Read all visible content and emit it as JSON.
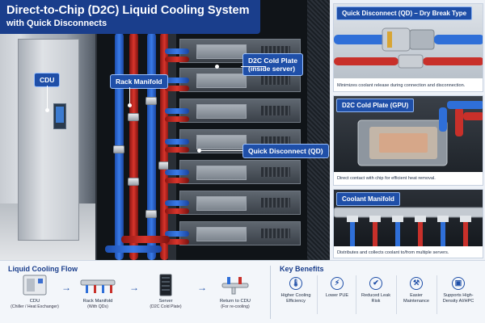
{
  "title": {
    "line1": "Direct-to-Chip (D2C) Liquid Cooling System",
    "line2": "with Quick Disconnects"
  },
  "callouts": {
    "cdu": "CDU",
    "rack_manifold": "Rack Manifold",
    "cold_plate_line1": "D2C Cold Plate",
    "cold_plate_line2": "(inside server)",
    "quick_disconnect": "Quick Disconnect (QD)"
  },
  "panels": [
    {
      "header": "Quick Disconnect (QD) – Dry Break Type",
      "caption": "Minimizes coolant release during connection and disconnection."
    },
    {
      "header": "D2C Cold Plate (GPU)",
      "caption": "Direct contact with chip for efficient heat removal."
    },
    {
      "header": "Coolant Manifold",
      "caption": "Distributes and collects coolant to/from multiple servers."
    }
  ],
  "flow": {
    "title": "Liquid Cooling Flow",
    "steps": [
      {
        "label": "CDU",
        "sub": "(Chiller / Heat Exchanger)"
      },
      {
        "label": "Rack Manifold",
        "sub": "(With QDs)"
      },
      {
        "label": "Server",
        "sub": "(D2C Cold Plate)"
      },
      {
        "label": "Return to CDU",
        "sub": "(For re-cooling)"
      }
    ],
    "arrow": "→"
  },
  "benefits": {
    "title": "Key Benefits",
    "items": [
      {
        "label": "Higher Cooling Efficiency",
        "icon": "thermometer-icon"
      },
      {
        "label": "Lower PUE",
        "icon": "lightning-icon"
      },
      {
        "label": "Reduced Leak Risk",
        "icon": "shield-check-icon"
      },
      {
        "label": "Easier Maintenance",
        "icon": "wrench-icon"
      },
      {
        "label": "Supports High-Density AI/HPC",
        "icon": "chip-icon"
      }
    ]
  },
  "colors": {
    "brand_blue": "#1a3e8c",
    "callout_blue": "#1f4fa8",
    "supply_pipe": "#2f6fd8",
    "return_pipe": "#c8302a"
  }
}
